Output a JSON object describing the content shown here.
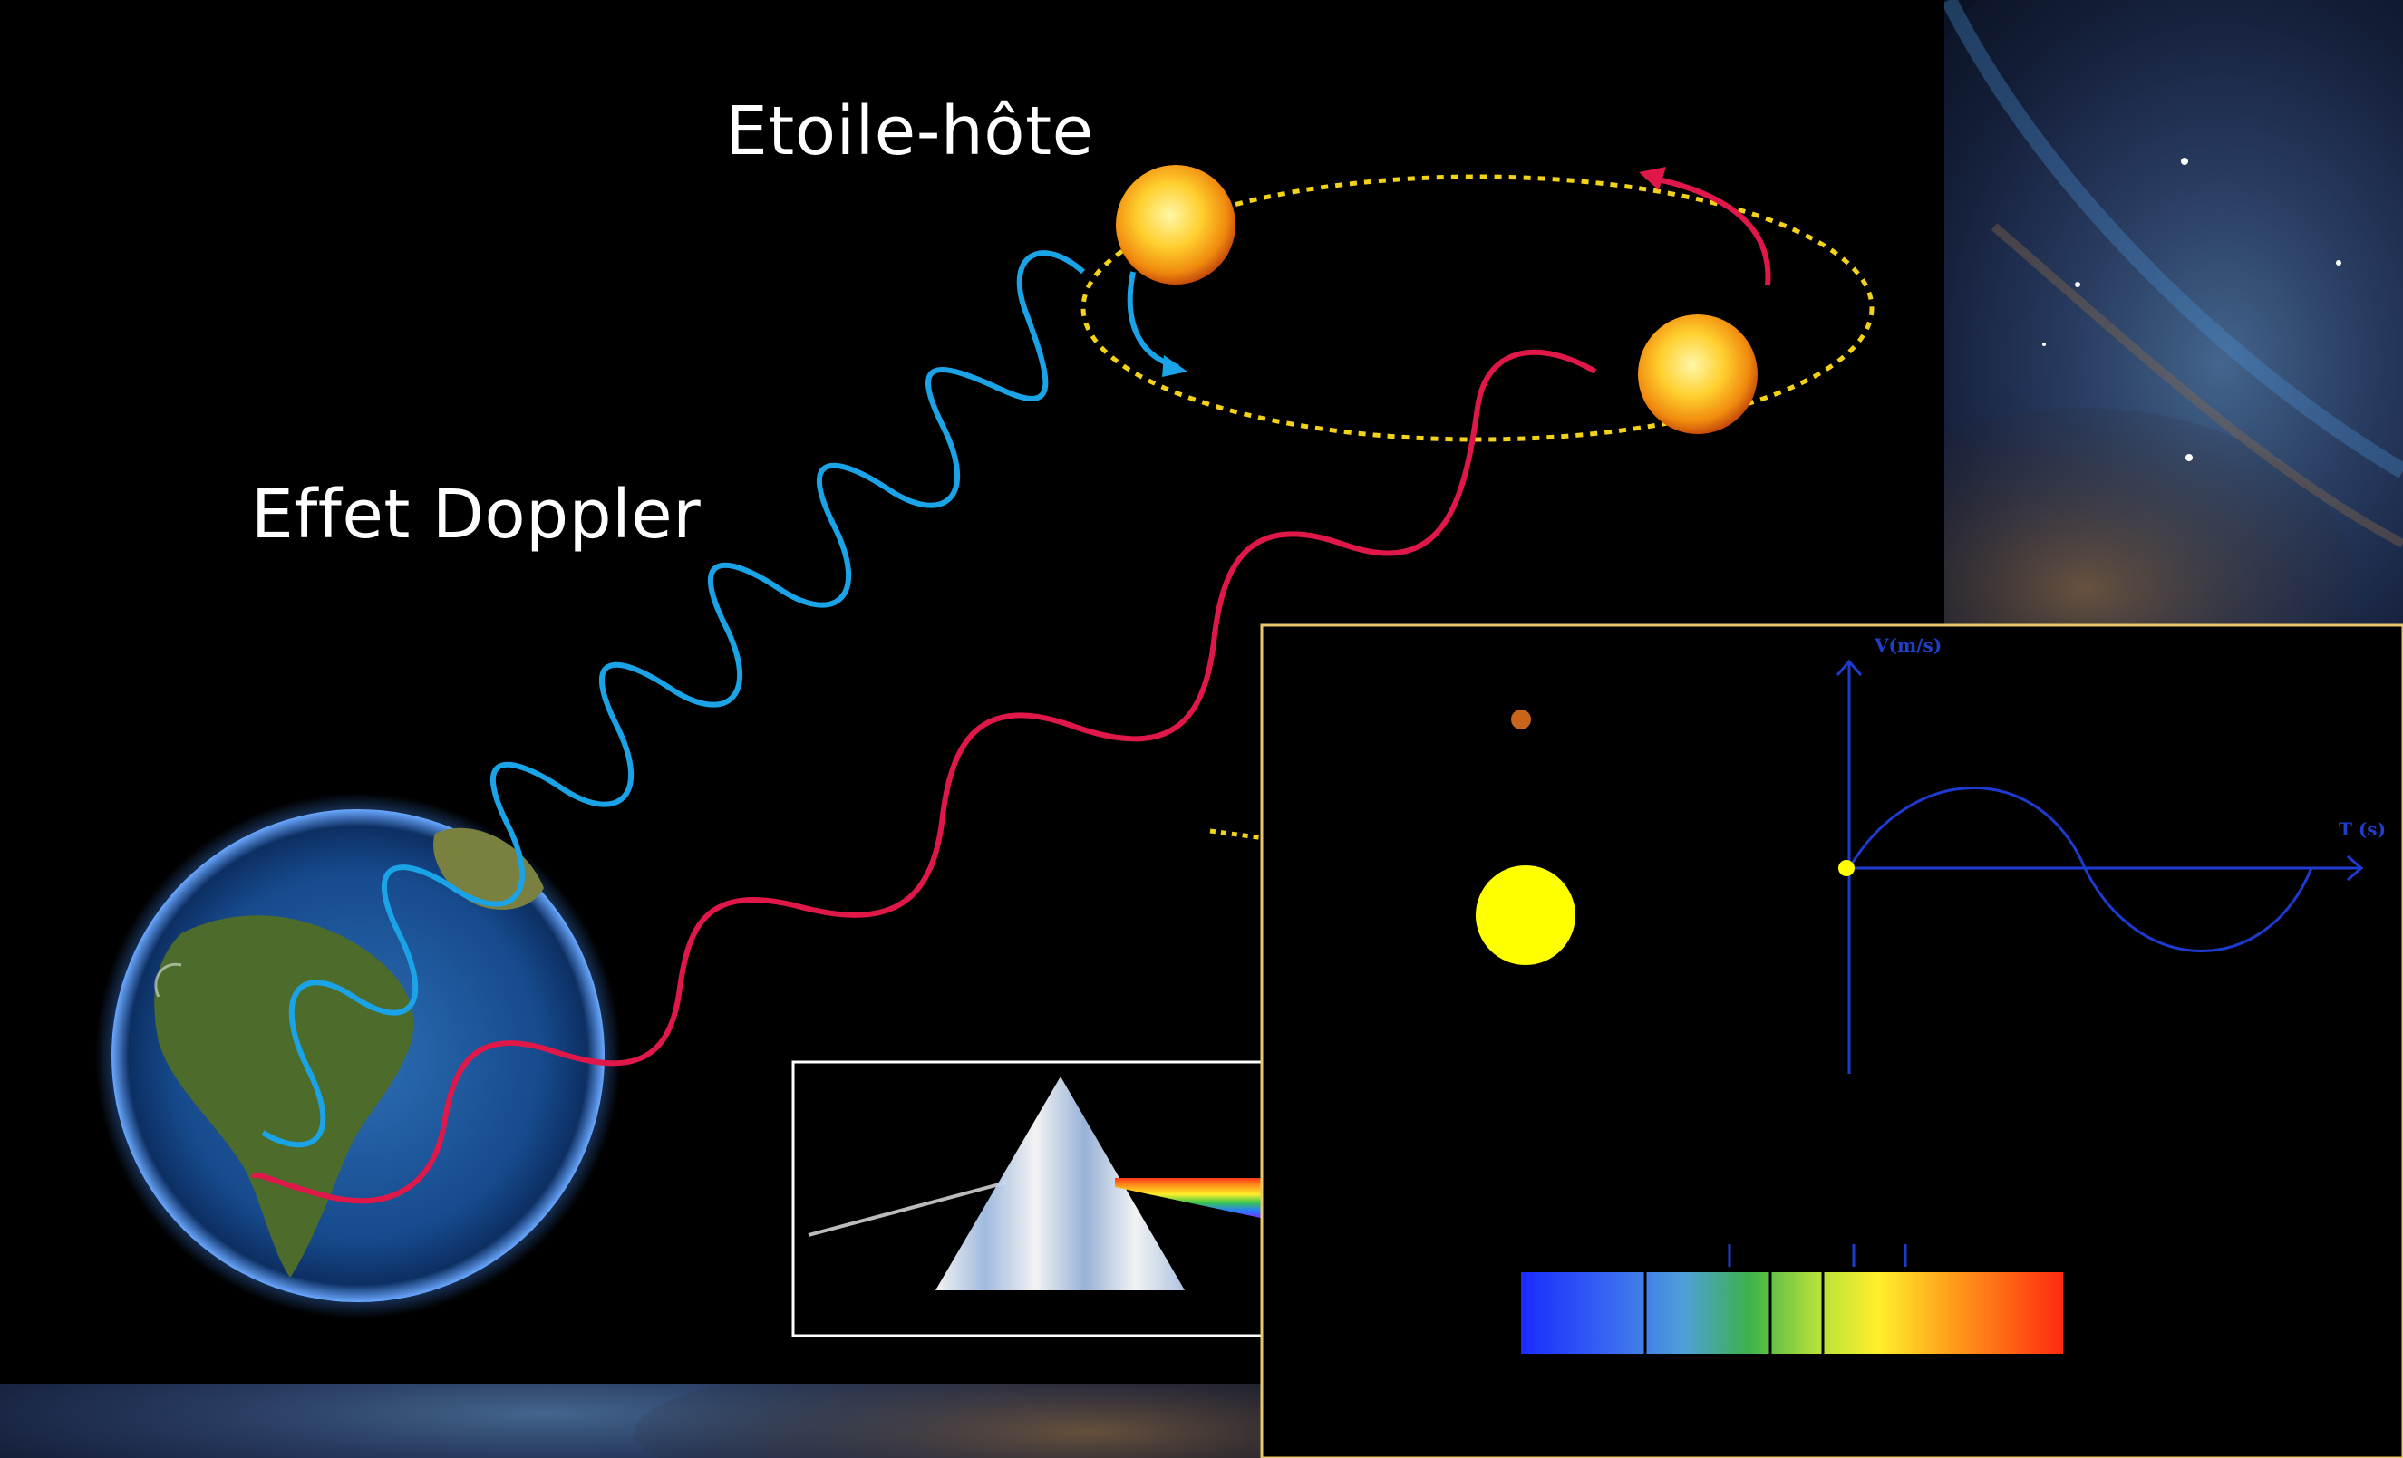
{
  "labels": {
    "host_star": "Etoile-hôte",
    "doppler_effect": "Effet Doppler"
  },
  "rv_plot": {
    "y_axis_label": "V(m/s)",
    "x_axis_label": "T (s)"
  },
  "colors": {
    "background": "#000000",
    "nebula_base": "#0b1326",
    "blueshift_wave": "#1aa3e6",
    "redshift_wave": "#e0184a",
    "orbit_path": "#f2d21a",
    "rv_axes": "#1e3bd1",
    "inset_border": "#e8c86a"
  },
  "icons": [
    "earth-globe",
    "host-star",
    "prism",
    "planet",
    "star",
    "spectrum"
  ]
}
